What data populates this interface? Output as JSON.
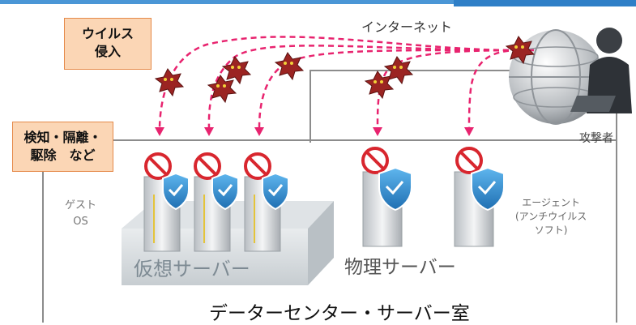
{
  "labels": {
    "virus_intrusion": "ウイルス\n侵入",
    "detect_isolate": "検知・隔離・\n駆除　など",
    "internet": "インターネット",
    "attacker": "攻撃者",
    "guest_os": "ゲスト\nOS",
    "agent": "エージェント\n(アンチウイルス\nソフト)",
    "virtual_server": "仮想サーバー",
    "physical_server": "物理サーバー",
    "datacenter": "データーセンター・サーバー室"
  },
  "colors": {
    "arrow": "#e8246f",
    "box_fill": "#fbd6b5",
    "box_border": "#e58a4a",
    "shield": "#2f86c7",
    "prohibit": "#d8262e",
    "virus": "#9b2422",
    "line": "#8c8c8c"
  },
  "icons": {
    "virus": "virus-creature-icon",
    "shield": "shield-check-icon",
    "prohibit": "prohibition-sign-icon",
    "attacker": "hacker-with-laptop-icon",
    "globe": "globe-icon",
    "server": "server-tower-icon"
  }
}
